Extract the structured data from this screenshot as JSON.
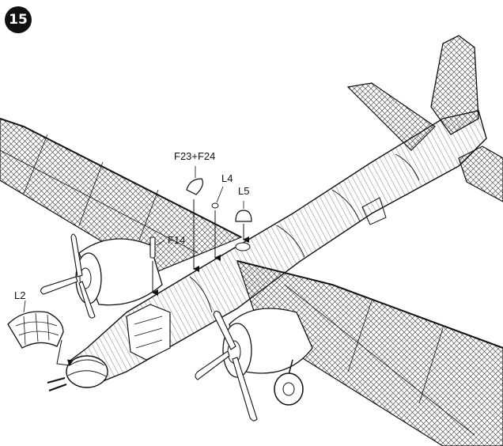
{
  "step": {
    "number": "15"
  },
  "callouts": {
    "f23_f24": "F23+F24",
    "l4": "L4",
    "l5": "L5",
    "f14": "F14",
    "l2": "L2"
  },
  "colors": {
    "ink": "#111111",
    "paper": "#ffffff",
    "badge_fill": "#111111",
    "badge_text": "#ffffff"
  }
}
